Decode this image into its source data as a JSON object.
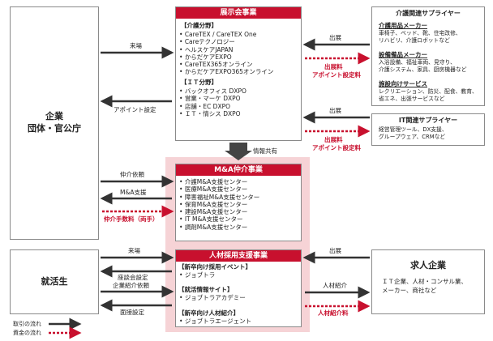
{
  "company": {
    "line1": "企業",
    "line2": "団体・官公庁"
  },
  "jobseeker": {
    "label": "就活生"
  },
  "expo": {
    "header": "展示会事業",
    "care_title": "【介護分野】",
    "care_items": [
      "CareTEX / CareTEX One",
      "Careテクノロジー",
      "ヘルスケアJAPAN",
      "からだケアEXPO",
      "CareTEX365オンライン",
      "からだケアEXPO365オンライン"
    ],
    "it_title": "【ＩＴ分野】",
    "it_items": [
      "バックオフィス DXPO",
      "営業・マーケ DXPO",
      "店舗・EC DXPO",
      "ＩＴ・情シス DXPO"
    ]
  },
  "ma": {
    "header": "M&A仲介事業",
    "items": [
      "介護M&A支援センター",
      "医療M&A支援センター",
      "障害福祉M&A支援センター",
      "保育M&A支援センター",
      "建設M&A支援センター",
      "IT M&A支援センター",
      "調剤M&A支援センター"
    ]
  },
  "hr": {
    "header": "人材採用支援事業",
    "sec1": "【新卒向け採用イベント】",
    "sec1_items": [
      "ジョブトラ"
    ],
    "sec2": "【就活情報サイト】",
    "sec2_items": [
      "ジョブトラアカデミー"
    ],
    "sec3": "【新卒向け人材紹介】",
    "sec3_items": [
      "ジョブトラエージェント"
    ]
  },
  "care_supplier": {
    "title": "介護関連サプライヤー",
    "g1_title": "介護用品メーカー",
    "g1_lines": [
      "車椅子、ベッド、靴、住宅改修、",
      "リハビリ、介護ロボットなど"
    ],
    "g2_title": "設備備品メーカー",
    "g2_lines": [
      "入浴設備、福祉車両、見守り、",
      "介護システム、家具、厨房機器など"
    ],
    "g3_title": "施設向けサービス",
    "g3_lines": [
      "レクリエーション、防災、配食、教育、",
      "省エネ、出張サービスなど"
    ]
  },
  "it_supplier": {
    "title": "IT関連サプライヤー",
    "lines": [
      "経営管理ツール、DX支援、",
      "グループウェア、CRMなど"
    ]
  },
  "recruit": {
    "title": "求人企業",
    "lines": [
      "ＩＴ企業、人材・コンサル業、",
      "メーカー、商社など"
    ]
  },
  "labels": {
    "visit1": "来場",
    "appoint": "アポイント設定",
    "exhibit1": "出展",
    "fee1a": "出展料",
    "fee1b": "アポイント設定料",
    "exhibit2": "出展",
    "fee2a": "出展料",
    "fee2b": "アポイント設定料",
    "info_share": "情報共有",
    "brokerage_req": "仲介依頼",
    "ma_support": "M&A支援",
    "brokerage_fee": "仲介手数料（両手）",
    "visit2": "来場",
    "consult": "座談会設定",
    "referral_req": "企業紹介依頼",
    "interview": "面接設定",
    "exhibit3": "出展",
    "hr_referral": "人材紹介",
    "hr_fee": "人材紹介料"
  },
  "legend": {
    "trade": "取引の流れ",
    "money": "資金の流れ"
  },
  "colors": {
    "accent": "#c8102e",
    "arrow": "#333333"
  }
}
